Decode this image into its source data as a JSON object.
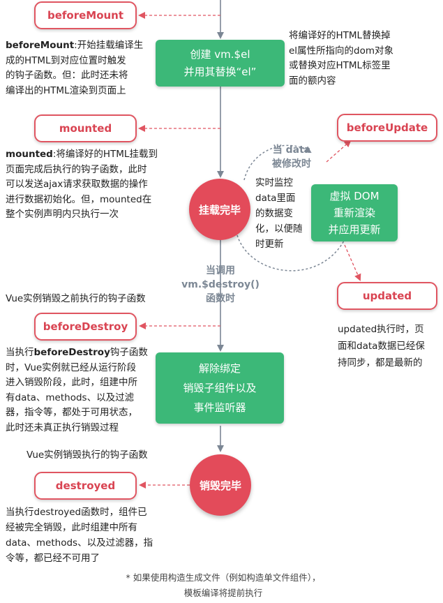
{
  "hooks": {
    "beforeMount": "beforeMount",
    "mounted": "mounted",
    "beforeUpdate": "beforeUpdate",
    "updated": "updated",
    "beforeDestroy": "beforeDestroy",
    "destroyed": "destroyed"
  },
  "boxes": {
    "create_el": [
      "创建 vm.$el",
      "并用其替换“el”"
    ],
    "virtual_dom": [
      "虚拟 DOM",
      "重新渲染",
      "并应用更新"
    ],
    "unbind": [
      "解除绑定",
      "销毁子组件以及",
      "事件监听器"
    ]
  },
  "circles": {
    "mounted_done": "挂载完毕",
    "destroy_done": "销毁完毕"
  },
  "labels": {
    "data_changed": [
      "当 data",
      "被修改时"
    ],
    "call_destroy": [
      "当调用",
      "vm.$destroy()",
      "函数时"
    ]
  },
  "descriptions": {
    "replace_html": [
      "将编译好的HTML替换掉",
      "el属性所指向的dom对象",
      "或替换对应HTML标签里",
      "面的额内容"
    ],
    "before_mount_bold": "beforeMount",
    "before_mount": [
      ":开始挂载编译生",
      "成的HTML到对应位置时触发",
      "的钩子函数。但：此时还未将",
      "编译出的HTML渲染到页面上"
    ],
    "mounted_bold": "mounted",
    "mounted": [
      ":将编译好的HTML挂载到",
      "页面完成后执行的钩子函数，此时",
      "可以发送ajax请求获取数据的操作",
      "进行数据初始化。但，mounted在",
      "整个实例声明内只执行一次"
    ],
    "realtime": [
      "实时监控",
      "data里面",
      "的数据变",
      "化，以便随",
      "时更新"
    ],
    "before_destroy_title": "Vue实例销毁之前执行的钩子函数",
    "before_destroy_pre": "当执行",
    "before_destroy_bold": "beforeDestroy",
    "before_destroy_post": "钩子函数",
    "before_destroy": [
      "时，Vue实例就已经从运行阶段",
      "进入销毁阶段，此时，组建中所",
      "有data、methods、以及过滤",
      "器，指令等，都处于可用状态，",
      "此时还未真正执行销毁过程"
    ],
    "updated": [
      "updated执行时，页",
      "面和data数据已经保",
      "持同步，都是最新的"
    ],
    "destroyed_title": "Vue实例销毁执行的钩子函数",
    "destroyed": [
      "当执行destroyed函数时，组件已",
      "经被完全销毁，此时组建中所有",
      "data、methods、以及过滤器，指",
      "令等，都已经不可用了"
    ],
    "footnote": [
      "* 如果使用构造生成文件（例如构造单文件组件），",
      "模板编译将提前执行"
    ]
  },
  "colors": {
    "green": "#3cb878",
    "red": "#e34b5a",
    "hook_border": "#e05561",
    "gray_text": "#7d8895",
    "arrow": "#7b8694"
  }
}
